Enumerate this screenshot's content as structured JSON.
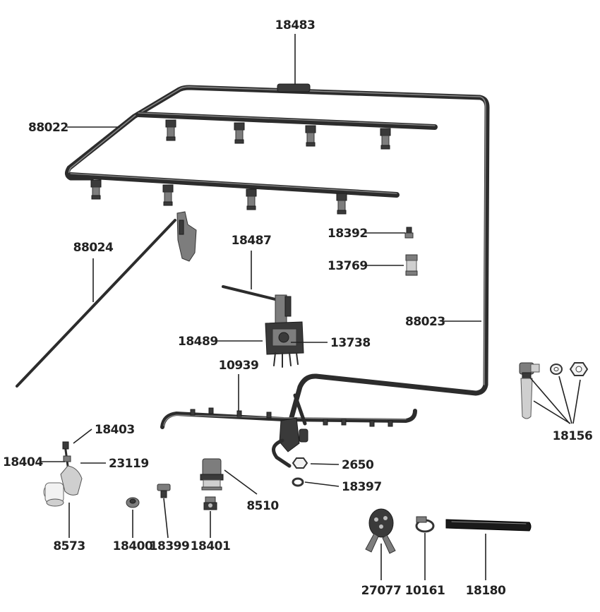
{
  "diagram": {
    "part_numbers": {
      "p18483": "18483",
      "p88022": "88022",
      "p88024": "88024",
      "p18487": "18487",
      "p18392": "18392",
      "p13769": "13769",
      "p88023": "88023",
      "p18489": "18489",
      "p13738": "13738",
      "p10939": "10939",
      "p18156": "18156",
      "p18403": "18403",
      "p18404": "18404",
      "p23119": "23119",
      "p2650": "2650",
      "p18397": "18397",
      "p8510": "8510",
      "p8573": "8573",
      "p18400": "18400",
      "p18399": "18399",
      "p18401": "18401",
      "p27077": "27077",
      "p10161": "10161",
      "p18180": "18180"
    }
  }
}
